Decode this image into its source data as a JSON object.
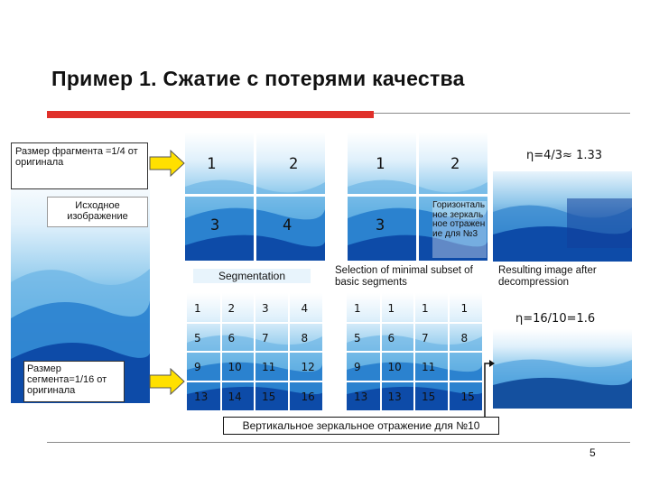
{
  "title": "Пример 1.  Сжатие с потерями качества",
  "boxes": {
    "fragment_size": "Размер фрагмента =1/4 от оригинала",
    "source_image": "Исходное изображение",
    "segment_size": "Размер сегмента=1/16 от оригинала",
    "vertical_mirror": "Вертикальное зеркальное отражение для №10"
  },
  "fragments": {
    "left": [
      "1",
      "2",
      "3",
      "4"
    ],
    "mid": [
      "1",
      "2",
      "3"
    ],
    "horizontal_mirror_note": "Горизонтальное зеркальное отражение для №3"
  },
  "eta_top": "η=4/3≈ 1.33",
  "eta_bottom": "η=16/10=1.6",
  "segmentation_label": "Segmentation",
  "selection_label": "Selection of minimal subset of basic segments",
  "result_label": "Resulting image after decompression",
  "grid_left": [
    "1",
    "2",
    "3",
    "4",
    "5",
    "6",
    "7",
    "8",
    "9",
    "10",
    "11",
    "12",
    "13",
    "14",
    "15",
    "16"
  ],
  "grid_mid": [
    "1",
    "1",
    "1",
    "1",
    "5",
    "6",
    "7",
    "8",
    "9",
    "10",
    "11",
    "",
    "13",
    "13",
    "15",
    "15"
  ],
  "page_number": "5",
  "colors": {
    "accent_red": "#e0302a",
    "sky_light": "#dff0fb",
    "mountain_dark": "#0b3a99"
  }
}
